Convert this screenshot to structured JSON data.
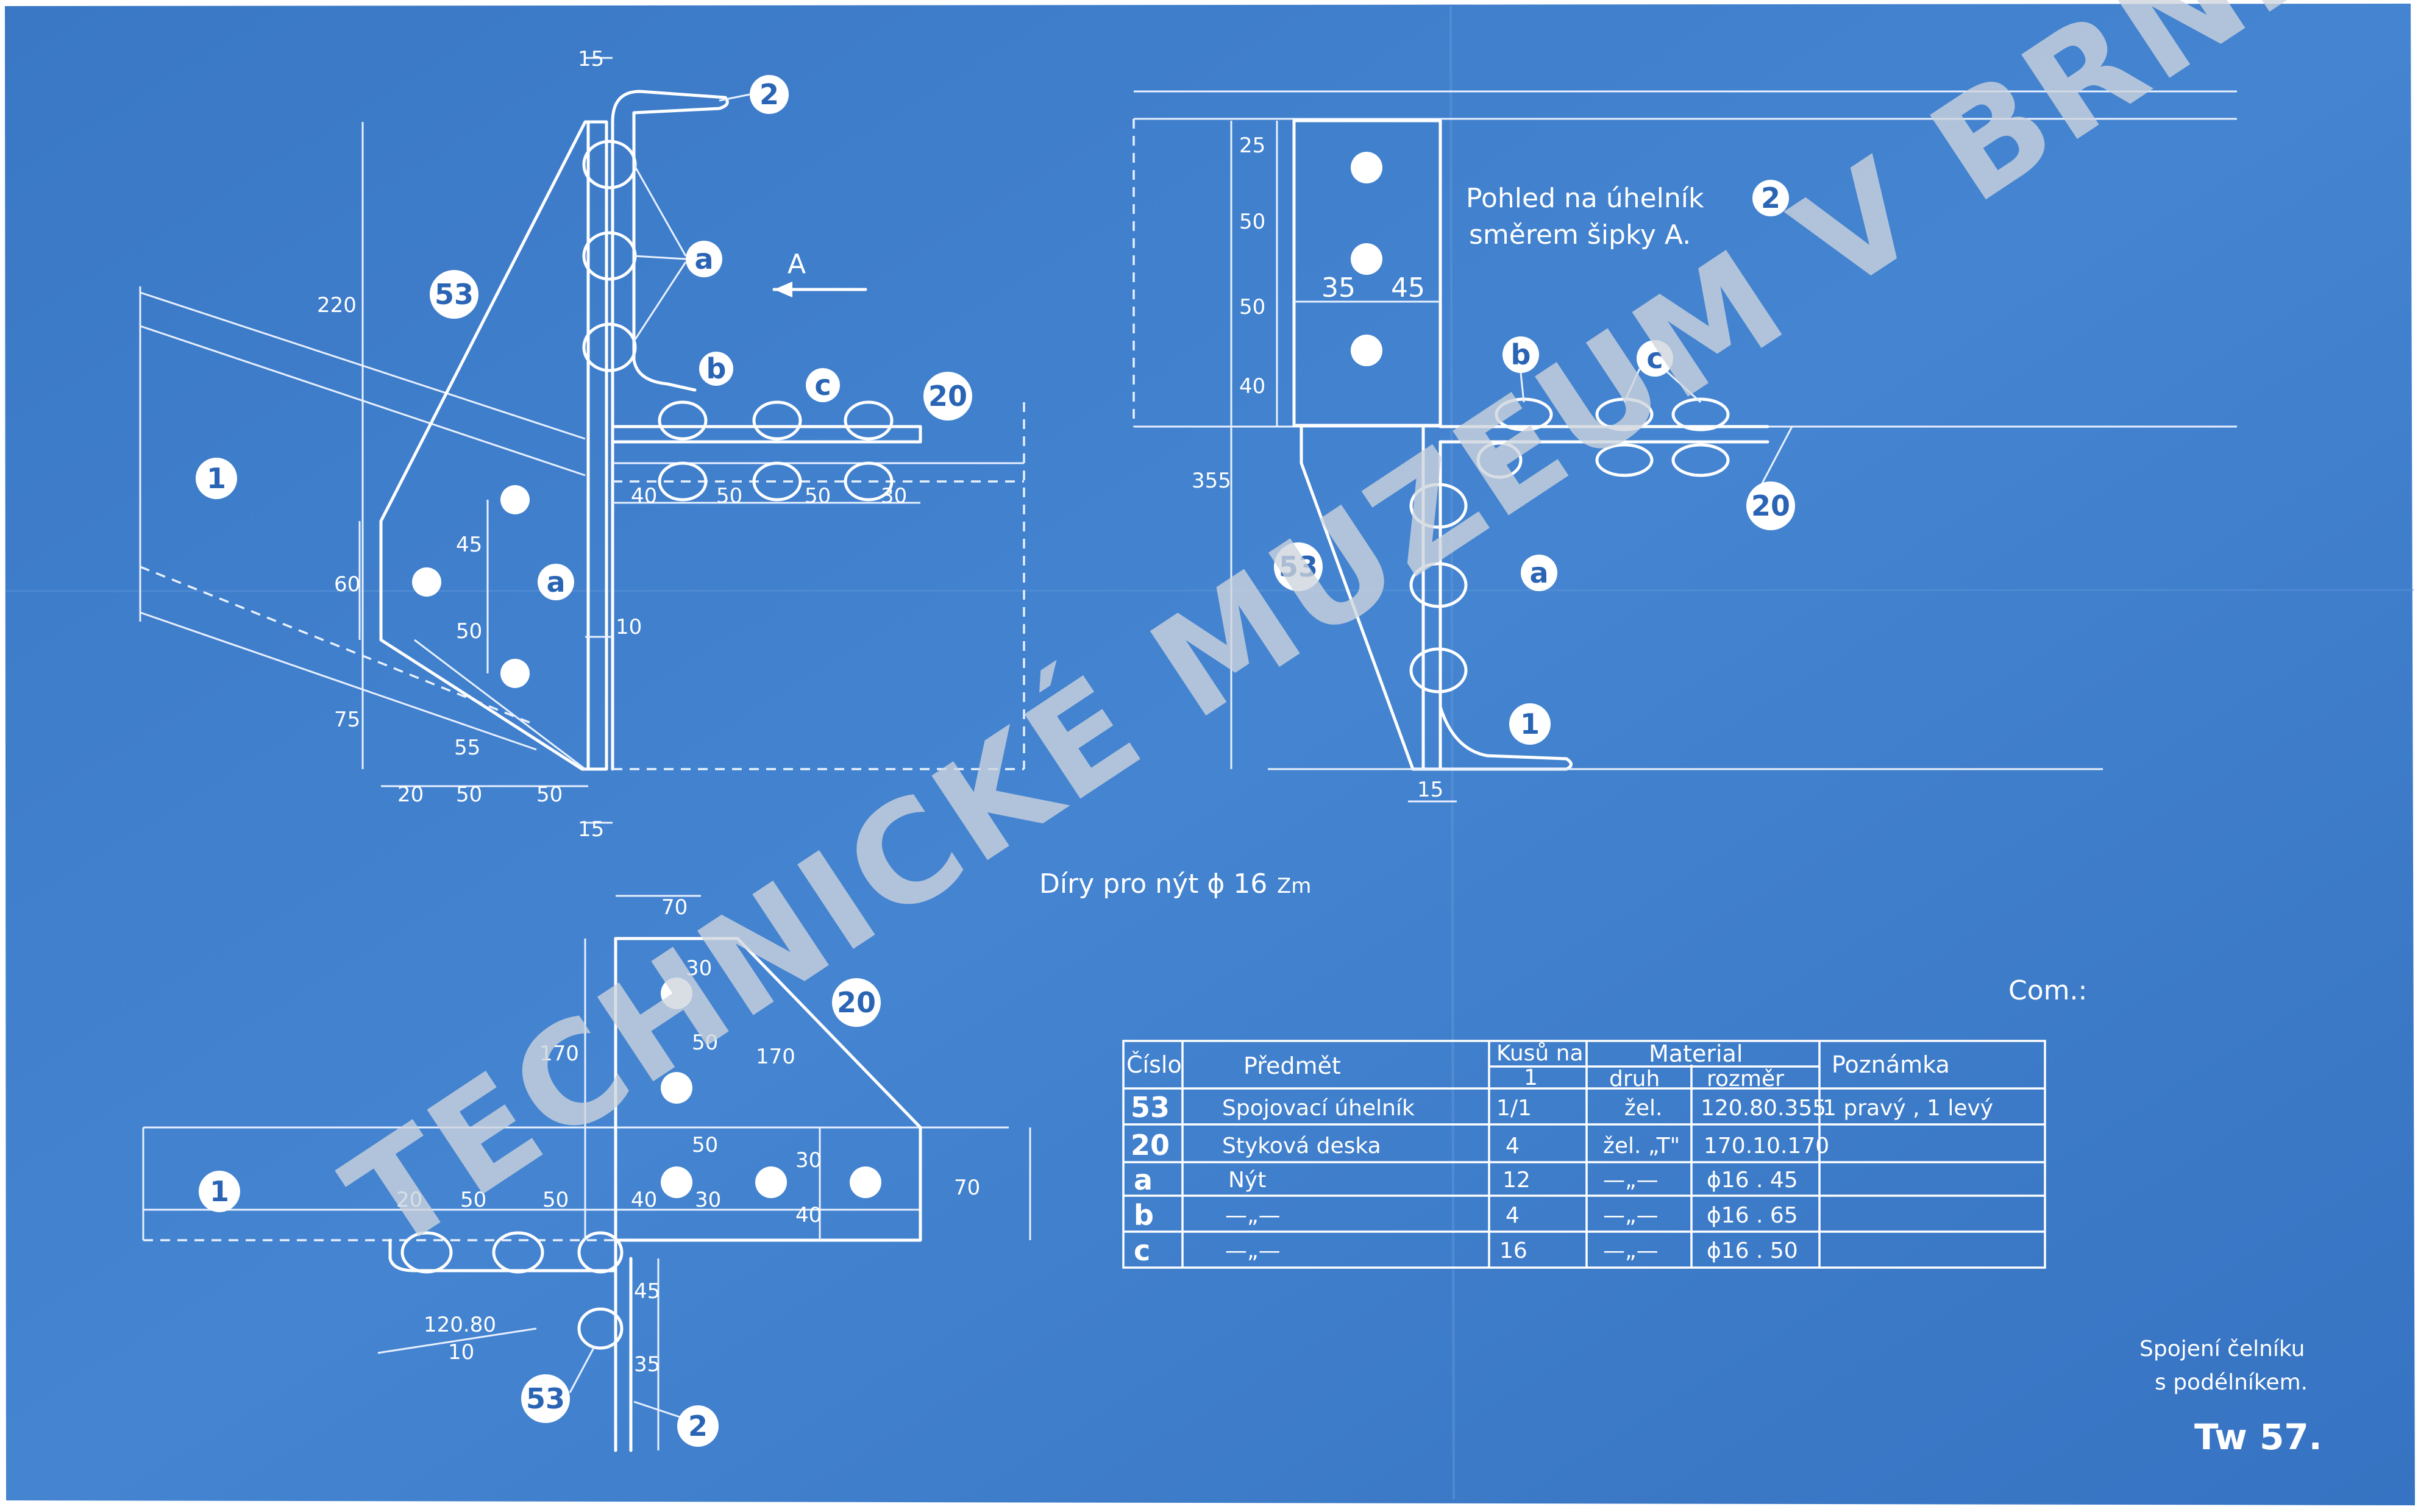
{
  "watermark": "TECHNICKÉ MUZEUM V BRNĚ",
  "colors": {
    "paper": "#3d7cc9",
    "ink": "#ffffff",
    "watermark": "#cfd5de"
  },
  "view_a": {
    "dims": [
      "15",
      "220",
      "60",
      "45",
      "50",
      "75",
      "55",
      "10",
      "20",
      "50",
      "50",
      "15",
      "40",
      "50",
      "50",
      "30"
    ],
    "arrow_label": "A",
    "labels": [
      "2",
      "53",
      "a",
      "b",
      "c",
      "20",
      "1",
      "a"
    ]
  },
  "view_b": {
    "dims": [
      "25",
      "50",
      "50",
      "40",
      "35",
      "45",
      "355",
      "15"
    ],
    "note_line1": "Pohled na úhelník",
    "note_ref": "2",
    "note_line2": "směrem šipky A.",
    "labels": [
      "b",
      "c",
      "20",
      "53",
      "a",
      "1"
    ]
  },
  "view_c": {
    "dims": [
      "70",
      "30",
      "50",
      "50",
      "170",
      "170",
      "20",
      "50",
      "50",
      "40",
      "30",
      "30",
      "40",
      "70",
      "45",
      "35",
      "120.80",
      "10"
    ],
    "labels": [
      "20",
      "1",
      "53",
      "2"
    ]
  },
  "holes_note": "Díry pro nýt ϕ 16",
  "holes_mark": "Zm",
  "com_label": "Com.:",
  "table": {
    "headers": {
      "cislo": "Číslo",
      "predmet": "Předmět",
      "kusu": "Kusů na",
      "kusu_sub": "1",
      "material": "Material",
      "druh": "druh",
      "rozmer": "rozměr",
      "poznamka": "Poznámka"
    },
    "rows": [
      {
        "cislo": "53",
        "predmet": "Spojovací úhelník",
        "kusu": "1/1",
        "druh": "žel.",
        "rozmer": "120.80.355",
        "poznamka": "1 pravý , 1 levý"
      },
      {
        "cislo": "20",
        "predmet": "Styková deska",
        "kusu": "4",
        "druh": "žel. „T\"",
        "rozmer": "170.10.170",
        "poznamka": ""
      },
      {
        "cislo": "a",
        "predmet": "Nýt",
        "kusu": "12",
        "druh": "—„—",
        "rozmer": "ϕ16 . 45",
        "poznamka": ""
      },
      {
        "cislo": "b",
        "predmet": "—„—",
        "kusu": "4",
        "druh": "—„—",
        "rozmer": "ϕ16 . 65",
        "poznamka": ""
      },
      {
        "cislo": "c",
        "predmet": "—„—",
        "kusu": "16",
        "druh": "—„—",
        "rozmer": "ϕ16 . 50",
        "poznamka": ""
      }
    ]
  },
  "title_line1": "Spojení čelníku",
  "title_line2": "s podélníkem.",
  "drawing_no": "Tw 57."
}
